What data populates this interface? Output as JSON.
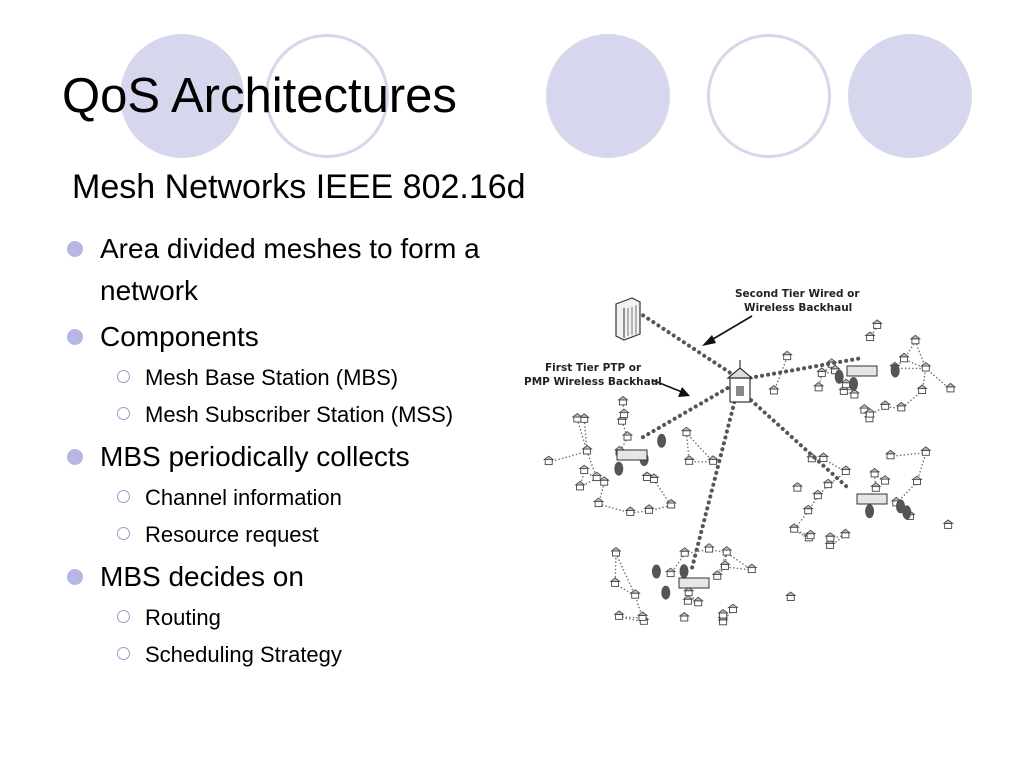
{
  "slide": {
    "title": "QoS Architectures",
    "subtitle": "Mesh Networks IEEE 802.16d"
  },
  "bullets": [
    {
      "text": "Area divided meshes to form a network",
      "subitems": []
    },
    {
      "text": "Components",
      "subitems": [
        "Mesh Base Station (MBS)",
        "Mesh Subscriber Station (MSS)"
      ]
    },
    {
      "text": "MBS periodically collects",
      "subitems": [
        "Channel information",
        "Resource request"
      ]
    },
    {
      "text": "MBS decides on",
      "subitems": [
        "Routing",
        "Scheduling Strategy"
      ]
    }
  ],
  "diagram": {
    "label_second_tier_line1": "Second Tier Wired or",
    "label_second_tier_line2": "Wireless Backhaul",
    "label_first_tier_line1": "First Tier PTP or",
    "label_first_tier_line2": "PMP Wireless Backhaul"
  },
  "colors": {
    "accent": "#d6d6ec",
    "bullet": "#b6b6e2"
  }
}
